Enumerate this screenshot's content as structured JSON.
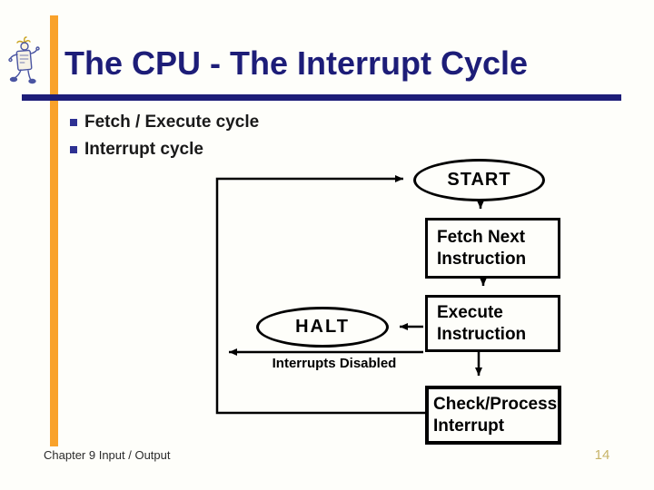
{
  "slide": {
    "title": "The CPU - The Interrupt Cycle",
    "bullets": [
      "Fetch / Execute cycle",
      "Interrupt cycle"
    ],
    "footer_left": "Chapter 9 Input / Output",
    "page_number": "14"
  },
  "flowchart": {
    "nodes": {
      "start": "START",
      "fetch": [
        "Fetch Next",
        "Instruction"
      ],
      "execute": [
        "Execute",
        "Instruction"
      ],
      "halt": "HALT",
      "check": [
        "Check/Process",
        "Interrupt"
      ]
    },
    "edge_label": "Interrupts Disabled"
  },
  "icons": {
    "mascot": "walking-figure-icon",
    "bullet": "square-bullet-icon"
  },
  "colors": {
    "accent_bar": "#F9A22B",
    "title_navy": "#1D1D78",
    "divider_navy": "#1D1D78",
    "bullet_square": "#2E3192",
    "body_text": "#1A1A1A",
    "diagram_ink": "#000000",
    "page_number": "#C7B469",
    "background": "#FEFEFA"
  }
}
